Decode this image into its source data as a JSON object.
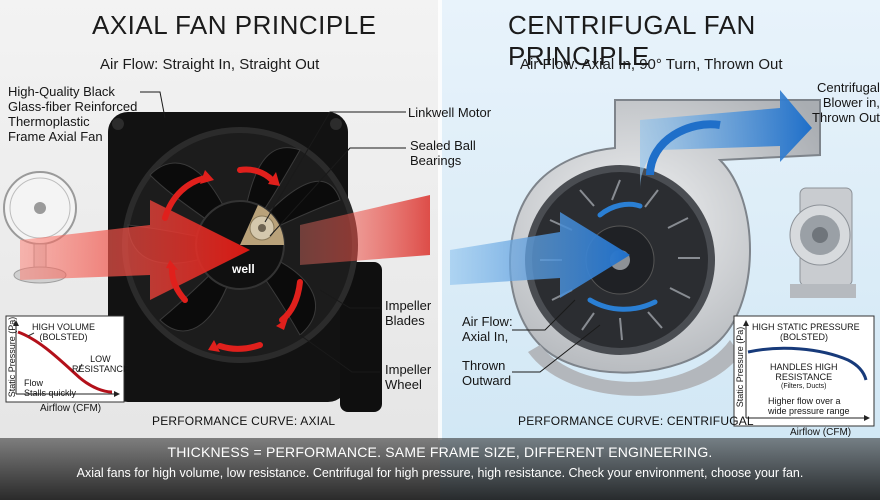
{
  "left": {
    "title": "AXIAL FAN PRINCIPLE",
    "subtitle": "Air Flow: Straight In, Straight Out",
    "frame_label": [
      "High-Quality Black",
      "Glass-fiber Reinforced",
      "Thermoplastic",
      "Frame Axial Fan"
    ],
    "motor_label": "Linkwell Motor",
    "bearing_label": [
      "Sealed Ball",
      "Bearings"
    ],
    "blades_label": [
      "Impeller",
      "Blades"
    ],
    "wheel_label": [
      "Impeller",
      "Wheel"
    ],
    "hub_text": "well",
    "graph": {
      "ylabel": "Static Pressure (Pa)",
      "xlabel": "Airflow (CFM)",
      "ann_high": [
        "HIGH VOLUME",
        "(BOLSTED)"
      ],
      "ann_low": [
        "LOW",
        "RESISTANCE"
      ],
      "ann_flow": [
        "Flow",
        "Stalls quickly"
      ]
    },
    "perf_title": "PERFORMANCE CURVE: AXIAL"
  },
  "right": {
    "title": "CENTRIFUGAL FAN PRINCIPLE",
    "subtitle": "Air Flow: Axial In, 90° Turn, Thrown Out",
    "blower_label": [
      "Centrifugal",
      "Blower in,",
      "Thrown Out"
    ],
    "airflow_label": [
      "Air Flow:",
      "Axial In,"
    ],
    "thrown_label": [
      "Thrown",
      "Outward"
    ],
    "graph": {
      "ylabel": "Static Pressure (Pa)",
      "xlabel": "Airflow (CFM)",
      "ann_high": [
        "HIGH STATIC PRESSURE",
        "(BOLSTED)"
      ],
      "ann_handles": [
        "HANDLES HIGH",
        "RESISTANCE"
      ],
      "ann_filters": "(Filters, Ducts)",
      "ann_wide": [
        "Higher flow over a",
        "wide pressure range"
      ]
    },
    "perf_title": "PERFORMANCE CURVE: CENTRIFUGAL"
  },
  "footer": {
    "line1": "THICKNESS = PERFORMANCE. SAME FRAME SIZE, DIFFERENT ENGINEERING.",
    "line2": "Axial fans for high volume, low resistance. Centrifugal for high pressure, high resistance. Check your environment, choose your fan."
  },
  "colors": {
    "red_arrow": "#e0201c",
    "blue_arrow": "#2a7fd4",
    "fan_black": "#161616",
    "housing_gray": "#c7c9cc",
    "curve_red": "#b3101a",
    "curve_blue": "#173a7a"
  }
}
